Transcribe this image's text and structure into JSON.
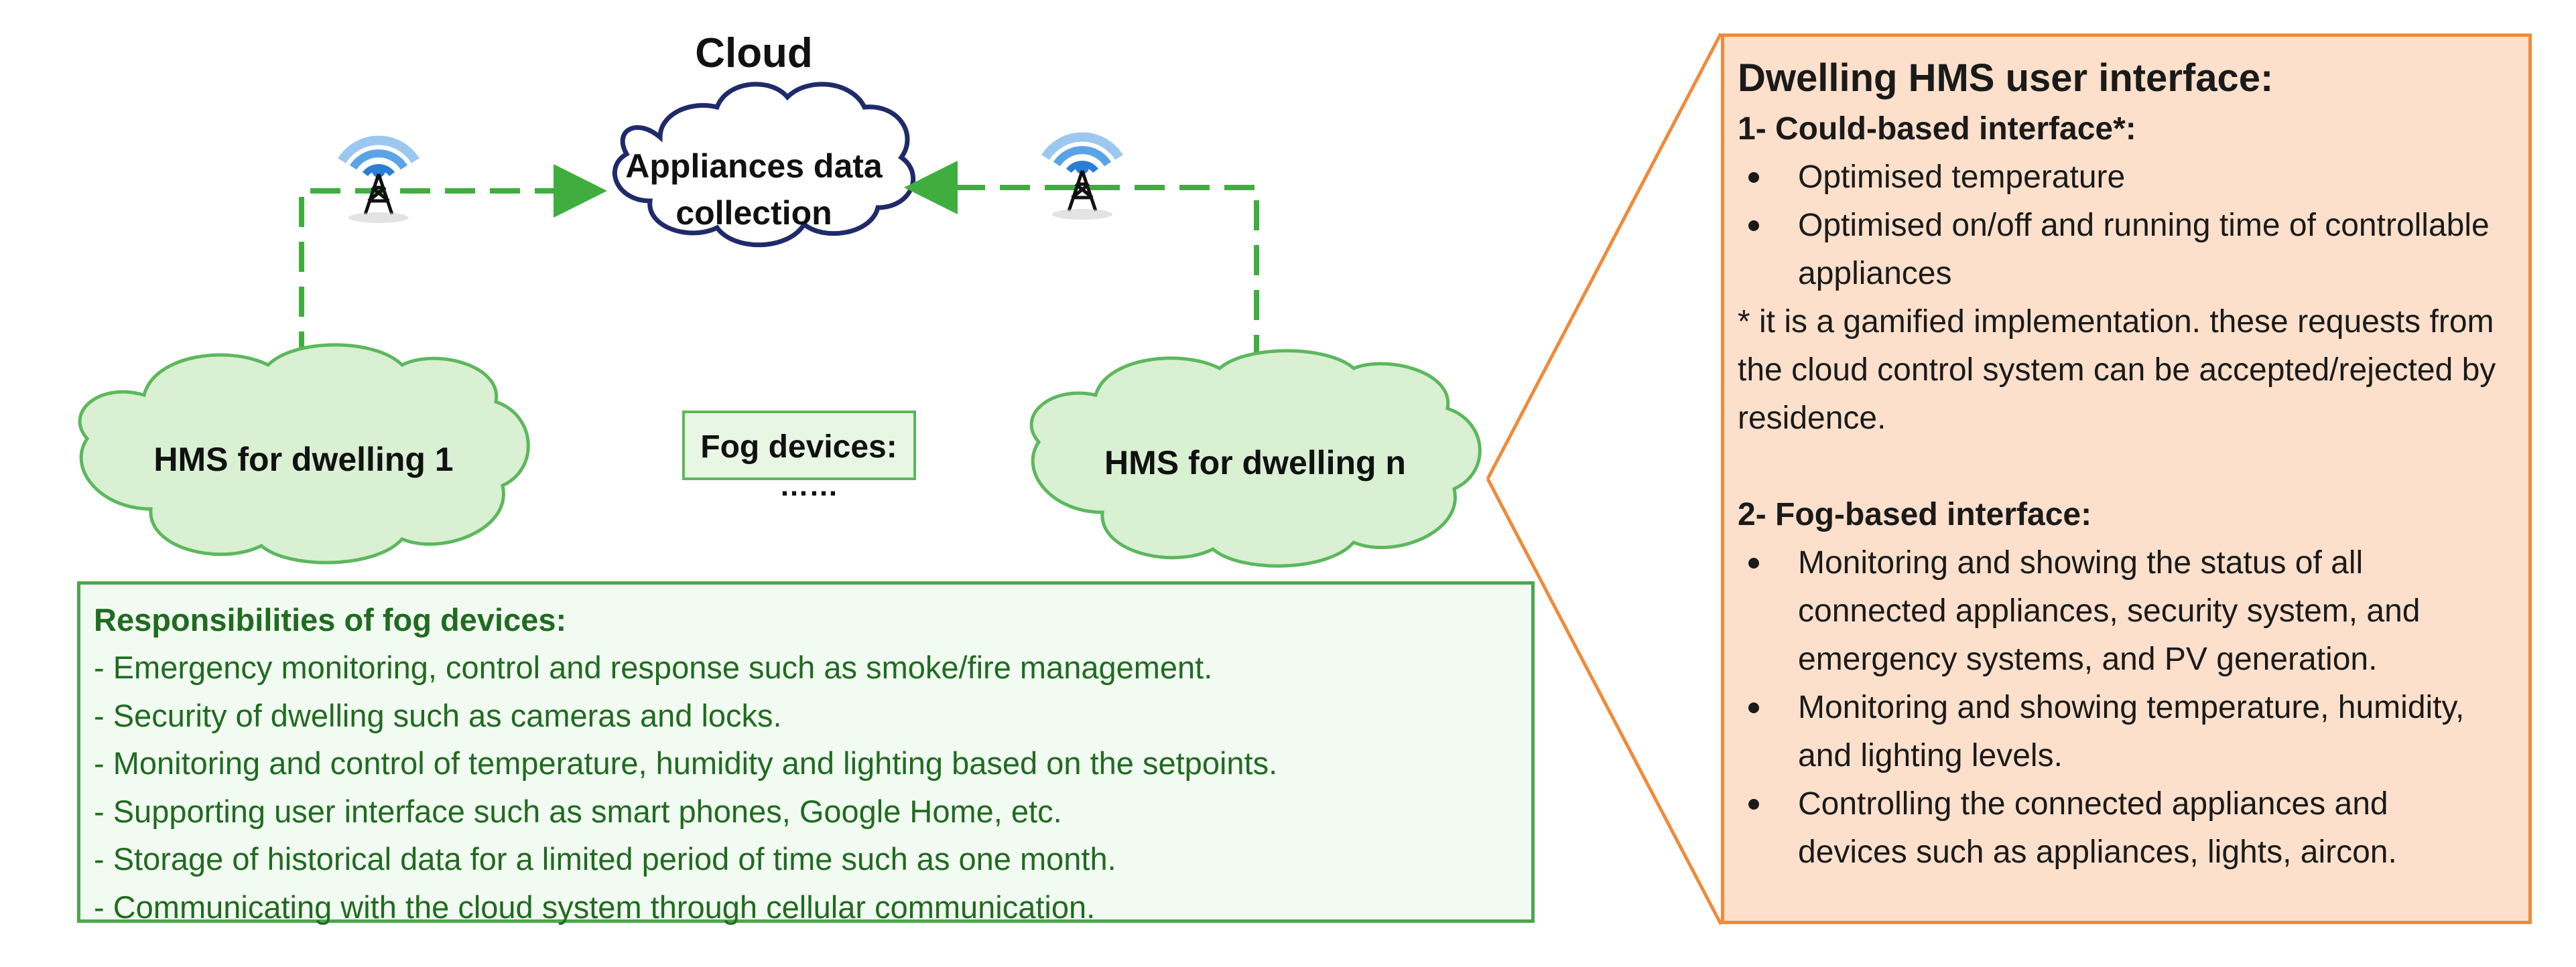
{
  "cloud_label": "Cloud",
  "central_cloud": {
    "line1": "Appliances data",
    "line2": "collection"
  },
  "dwelling_1": "HMS for dwelling 1",
  "dwelling_n": "HMS for dwelling n",
  "fog_devices": {
    "label": "Fog devices:",
    "dots": "……"
  },
  "responsibilities": {
    "title": "Responsibilities of fog devices:",
    "items": [
      "- Emergency monitoring, control and response such as smoke/fire management.",
      "- Security of dwelling such as cameras and locks.",
      "- Monitoring and control of temperature, humidity and lighting based on the setpoints.",
      "- Supporting user interface such as smart phones, Google Home, etc.",
      "- Storage of historical data for a limited period of time such as one month.",
      "- Communicating with the cloud system through cellular communication."
    ]
  },
  "hms_ui": {
    "title": "Dwelling HMS user interface:",
    "cloud_section": {
      "heading": "1- Could-based interface*:",
      "items": [
        "Optimised temperature",
        "Optimised on/off and running time of controllable appliances"
      ],
      "note": "* it is a gamified implementation. these requests from the cloud control system can be accepted/rejected by residence."
    },
    "fog_section": {
      "heading": "2- Fog-based interface:",
      "items": [
        "Monitoring and showing the status of all connected appliances, security system, and emergency systems, and PV generation.",
        "Monitoring and showing temperature, humidity, and lighting levels.",
        "Controlling the connected appliances and devices such as appliances, lights, aircon."
      ]
    }
  },
  "colors": {
    "green_line": "#3fae3f",
    "green_cloud_fill": "#d9f0d3",
    "green_cloud_stroke": "#5cb85c",
    "navy_cloud_stroke": "#1f2a6b",
    "orange_border": "#f08a3a",
    "orange_fill": "#fde0cc",
    "responsibility_text": "#1f6b1f",
    "tower_blue": "#2a7fd4"
  }
}
